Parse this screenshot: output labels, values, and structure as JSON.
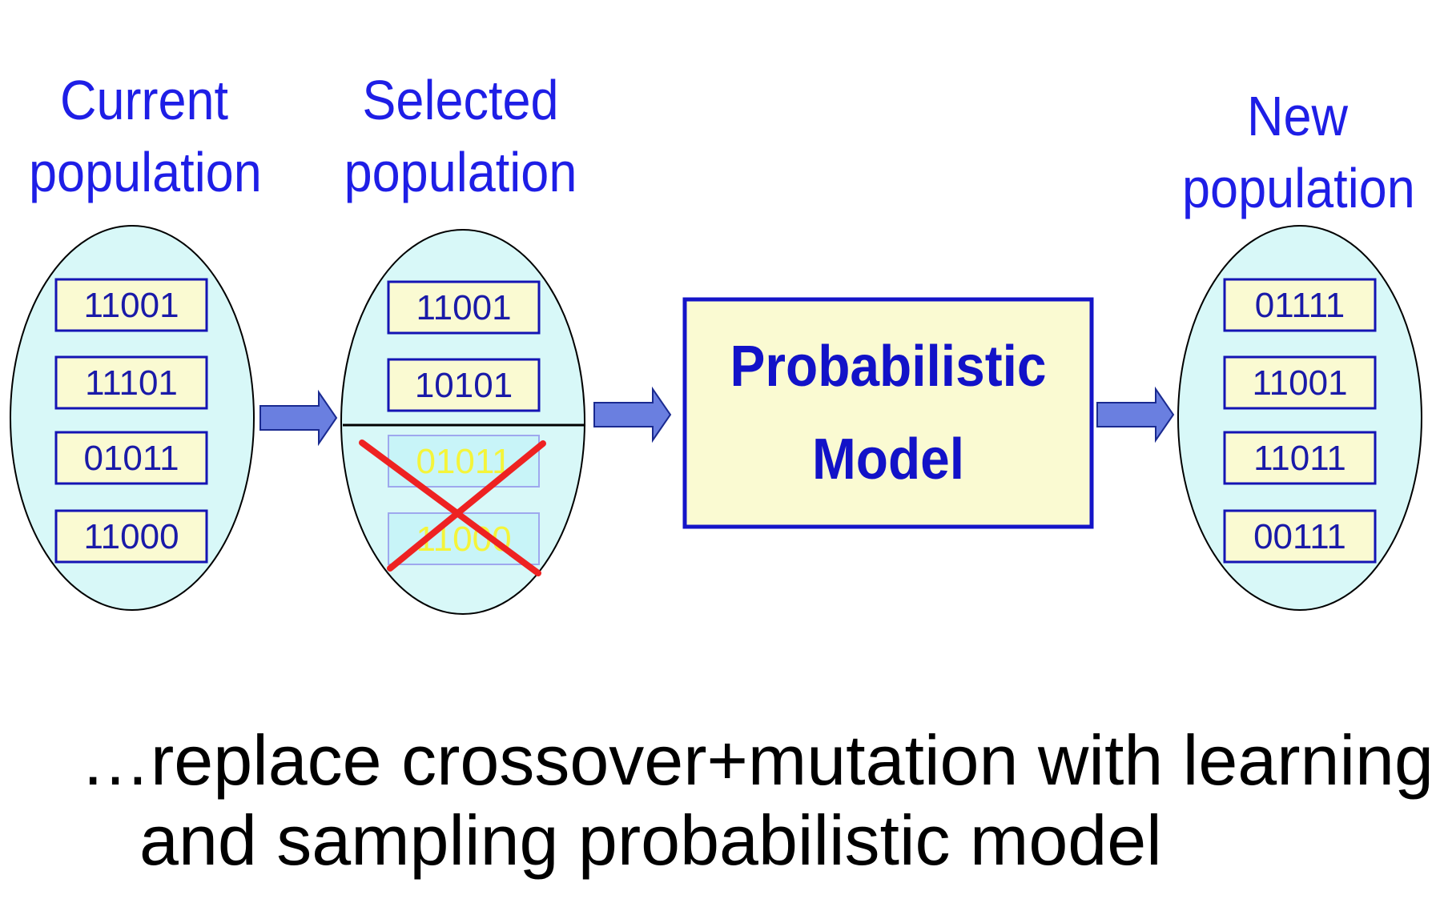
{
  "headings": {
    "current": [
      "Current",
      "population"
    ],
    "selected": [
      "Selected",
      "population"
    ],
    "new": [
      "New",
      "population"
    ]
  },
  "current_population": [
    "11001",
    "11101",
    "01011",
    "11000"
  ],
  "selected_population": {
    "kept": [
      "11001",
      "10101"
    ],
    "discarded": [
      "01011",
      "11000"
    ]
  },
  "model": [
    "Probabilistic",
    "Model"
  ],
  "new_population": [
    "01111",
    "11001",
    "11011",
    "00111"
  ],
  "caption": [
    "…replace crossover+mutation with learning",
    "and sampling probabilistic model"
  ],
  "colors": {
    "heading": "#1e1ee6",
    "ellipse_fill": "#d8f8f8",
    "cell_fill": "#fafad2",
    "cell_border": "#1414b4",
    "arrow": "#6a7fe0",
    "cross": "#ee2222",
    "model_fill": "#fafad2",
    "model_border": "#1414c8"
  }
}
